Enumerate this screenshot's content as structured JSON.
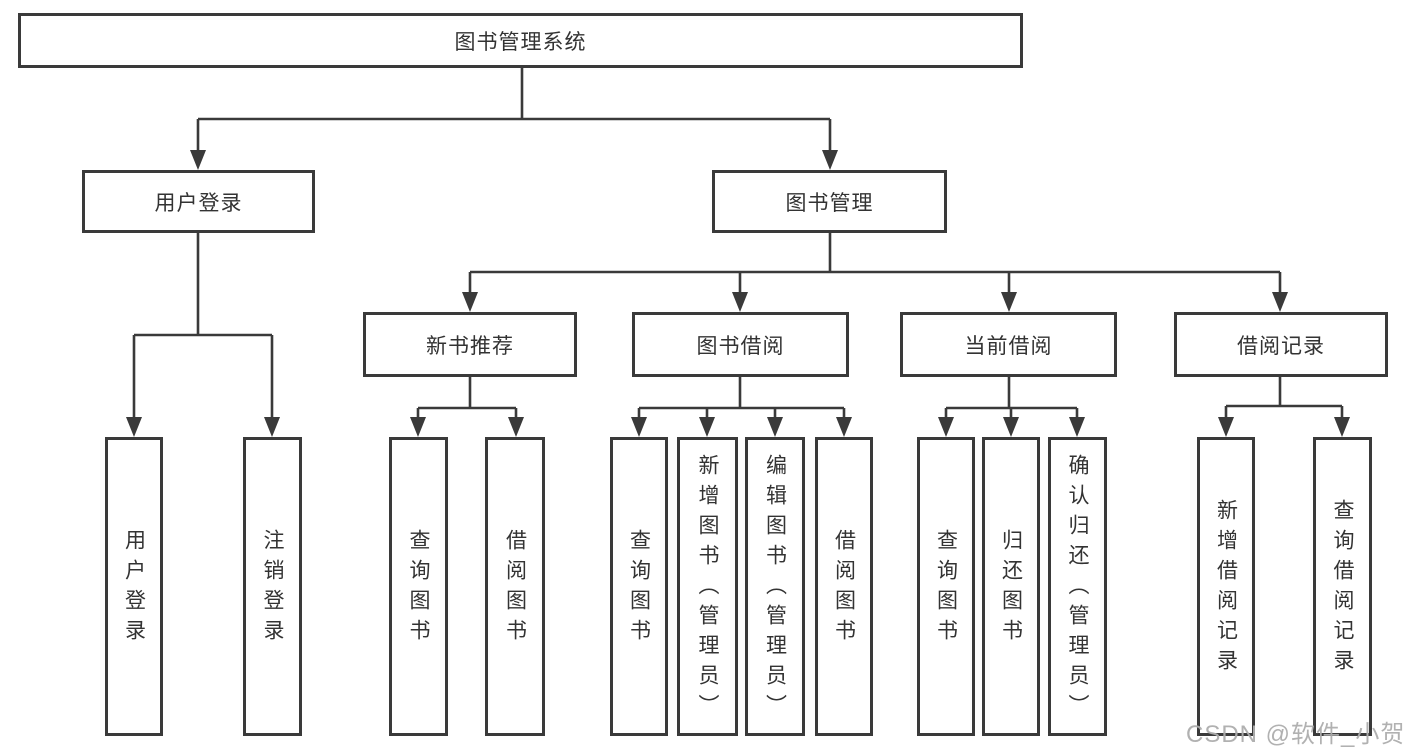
{
  "diagram_title": "图书管理系统",
  "tree": {
    "label": "图书管理系统",
    "children": [
      {
        "label": "用户登录",
        "children": [
          {
            "label": "用户登录"
          },
          {
            "label": "注销登录"
          }
        ]
      },
      {
        "label": "图书管理",
        "children": [
          {
            "label": "新书推荐",
            "children": [
              {
                "label": "查询图书"
              },
              {
                "label": "借阅图书"
              }
            ]
          },
          {
            "label": "图书借阅",
            "children": [
              {
                "label": "查询图书"
              },
              {
                "label": "新增图书（管理员）"
              },
              {
                "label": "编辑图书（管理员）"
              },
              {
                "label": "借阅图书"
              }
            ]
          },
          {
            "label": "当前借阅",
            "children": [
              {
                "label": "查询图书"
              },
              {
                "label": "归还图书"
              },
              {
                "label": "确认归还（管理员）"
              }
            ]
          },
          {
            "label": "借阅记录",
            "children": [
              {
                "label": "新增借阅记录"
              },
              {
                "label": "查询借阅记录"
              }
            ]
          }
        ]
      }
    ]
  },
  "watermark": {
    "text": "CSDN @软件_小贺同学"
  },
  "colors": {
    "line": "#3a3a3a",
    "box_border": "#3a3a3a",
    "text": "#333333",
    "background": "#ffffff",
    "watermark": "#adadad"
  }
}
